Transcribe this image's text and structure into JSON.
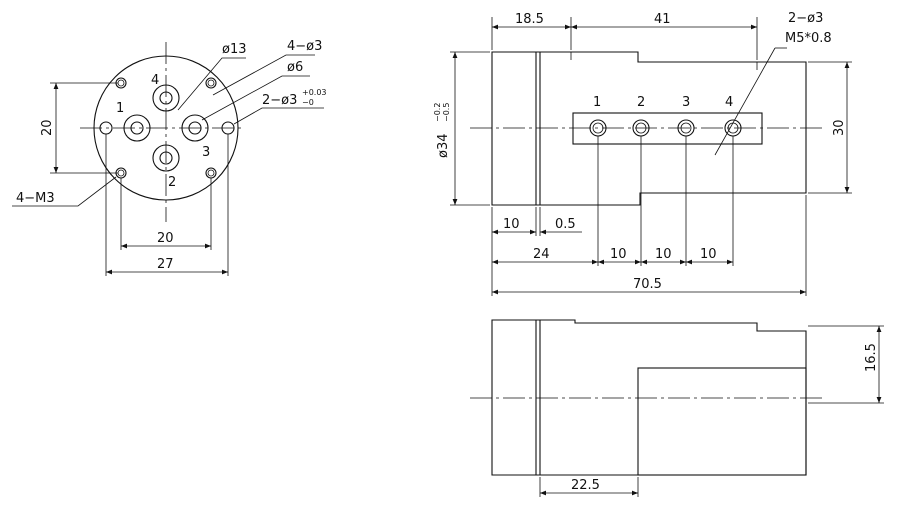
{
  "front_view": {
    "callouts": {
      "d13": "ø13",
      "holes_4x3": "4−ø3",
      "d6": "ø6",
      "pins_prefix": "2−ø3",
      "pins_tol_plus": "+0.03",
      "pins_tol_minus": "−0",
      "m3": "4−M3"
    },
    "port_numbers": [
      "1",
      "2",
      "3",
      "4"
    ],
    "dims": {
      "height": "20",
      "width_inner": "20",
      "width_outer": "27"
    }
  },
  "side_view": {
    "callouts": {
      "holes": "2−ø3",
      "thread": "M5*0.8"
    },
    "port_numbers": [
      "1",
      "2",
      "3",
      "4"
    ],
    "dims": {
      "top_left": "18.5",
      "top_right": "41",
      "diameter": "ø34",
      "diameter_tol_top": "−0.2",
      "diameter_tol_bottom": "−0.5",
      "height_right": "30",
      "seg_10": "10",
      "seg_05": "0.5",
      "pos_24": "24",
      "pitch": [
        "10",
        "10",
        "10"
      ],
      "total": "70.5"
    }
  },
  "bottom_view": {
    "dims": {
      "height": "16.5",
      "length": "22.5"
    }
  }
}
